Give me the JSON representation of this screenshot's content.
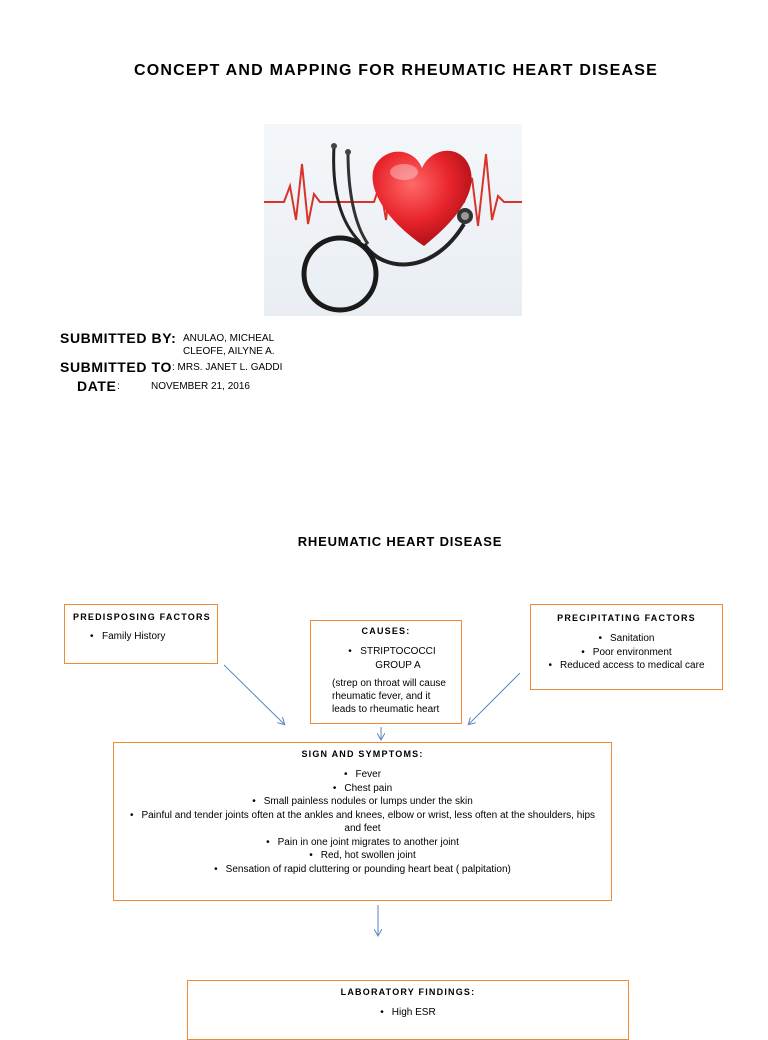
{
  "document": {
    "title": "CONCEPT  AND MAPPING FOR RHEUMATIC HEART DISEASE",
    "image": "heart-stethoscope-illustration",
    "submitted_by_label": "SUBMITTED BY:",
    "submitted_by_value_1": "ANULAO, MICHEAL",
    "submitted_by_value_2": "CLEOFE, AILYNE A.",
    "submitted_to_label": "SUBMITTED TO",
    "submitted_to_value": ": MRS. JANET L. GADDI",
    "date_label": "DATE",
    "date_colon": ":",
    "date_value": "NOVEMBER 21, 2016"
  },
  "map": {
    "title": "RHEUMATIC HEART DISEASE",
    "predisposing": {
      "heading": "PREDISPOSING FACTORS",
      "items": [
        "Family History"
      ]
    },
    "causes": {
      "heading": "CAUSES:",
      "items": [
        "STRIPTOCOCCI GROUP A"
      ],
      "note_line1": "(strep on throat will cause",
      "note_line2": "rheumatic fever, and it",
      "note_line3": "leads to rheumatic heart"
    },
    "precipitating": {
      "heading": "PRECIPITATING FACTORS",
      "items": [
        "Sanitation",
        "Poor environment",
        "Reduced access to medical care"
      ]
    },
    "signs": {
      "heading": "SIGN AND SYMPTOMS:",
      "items": [
        "Fever",
        "Chest pain",
        "Small painless nodules or lumps under the skin",
        "Painful and tender joints often at the ankles and knees, elbow or wrist, less often at the shoulders, hips and feet",
        "Pain in one joint migrates to another joint",
        "Red, hot swollen joint",
        "Sensation of rapid cluttering or pounding heart beat ( palpitation)"
      ]
    },
    "lab": {
      "heading": "LABORATORY FINDINGS:",
      "items": [
        "High ESR"
      ]
    }
  },
  "colors": {
    "box_border": "#ef8a36",
    "arrow": "#5b86c4",
    "heart": "#e8242b",
    "ecg": "#d9342b"
  }
}
